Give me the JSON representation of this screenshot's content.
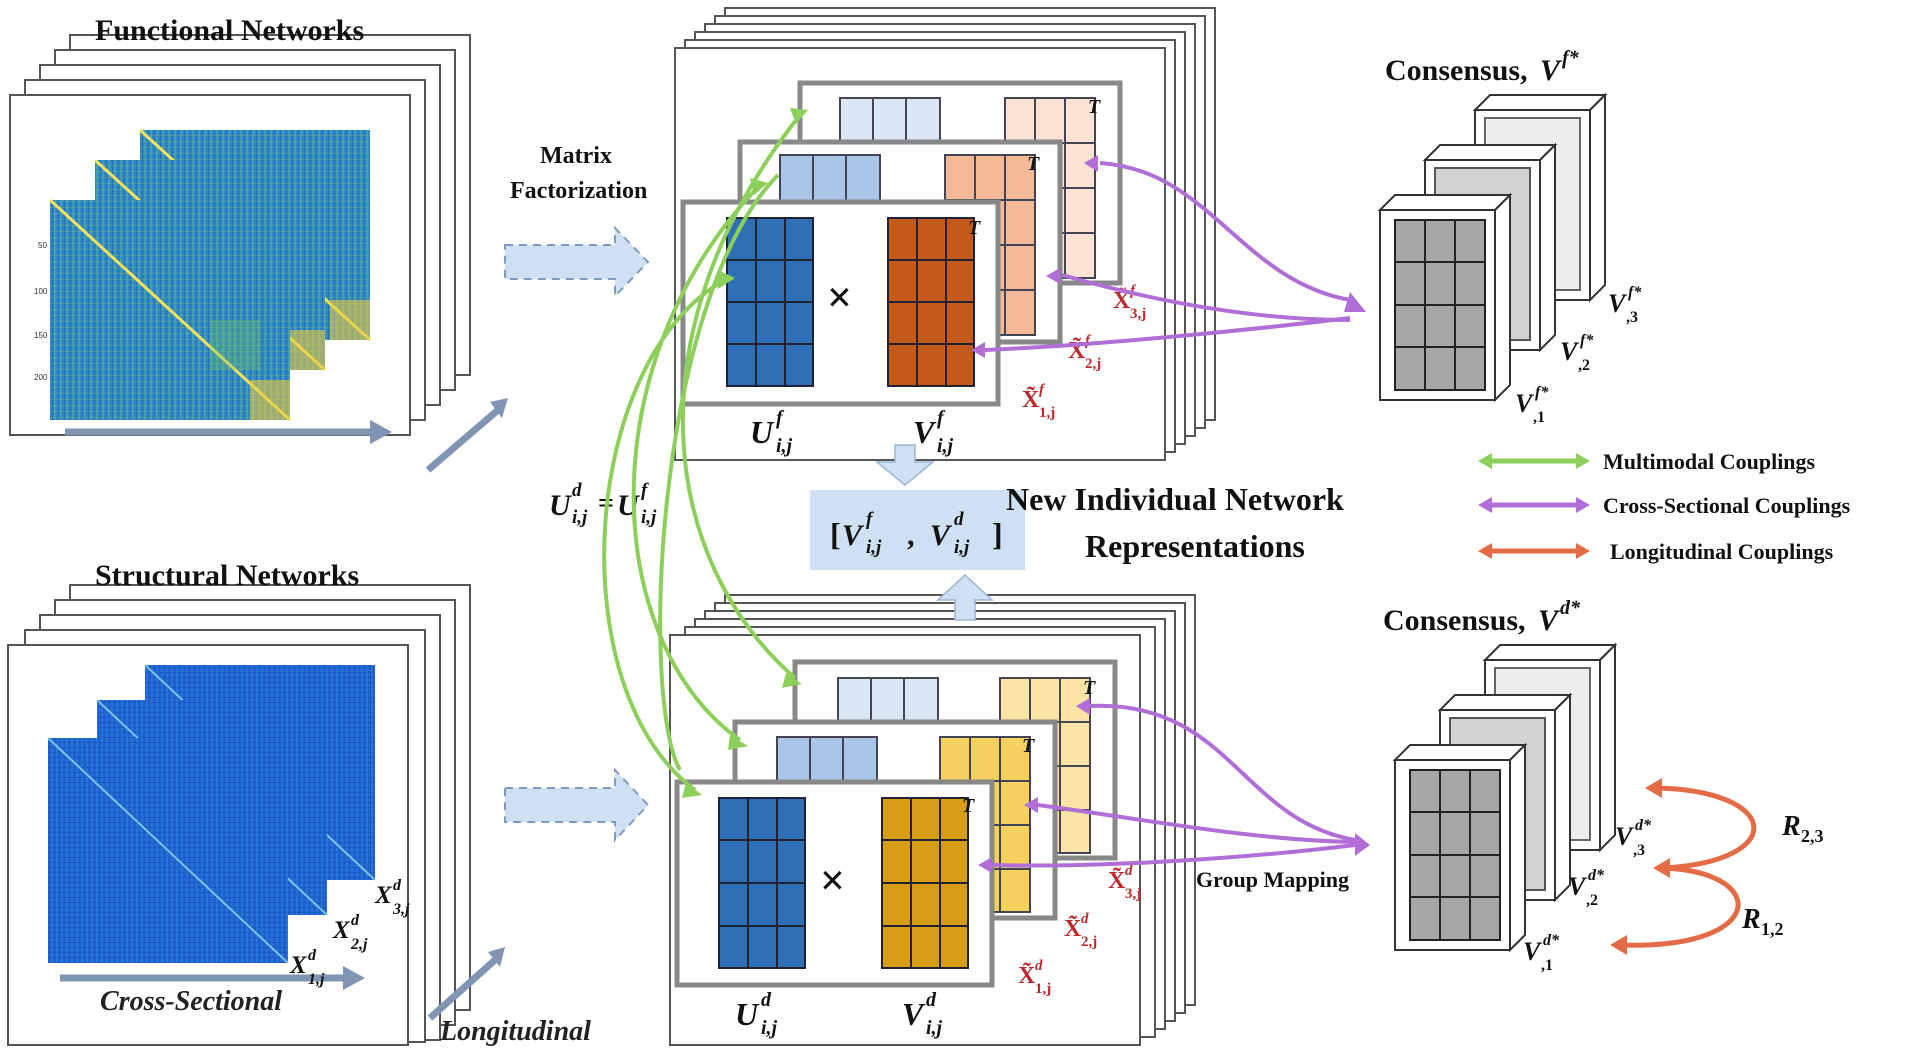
{
  "sections": {
    "functional": {
      "title": "Functional Networks"
    },
    "structural": {
      "title": "Structural Networks"
    }
  },
  "steps": {
    "factorization_line1": "Matrix",
    "factorization_line2": "Factorization"
  },
  "axes": {
    "cross_sectional": "Cross-Sectional",
    "longitudinal": "Longitudinal"
  },
  "symbols": {
    "times": "×",
    "transpose": "T",
    "equality": "U^d_{i,j} = U^f_{i,j}",
    "concat": "[V^f_{i,j} , V^d_{i,j}]"
  },
  "center_title": {
    "line1": "New Individual  Network",
    "line2": "Representations"
  },
  "consensus": {
    "functional": "Consensus, V^{f*}",
    "structural": "Consensus, V^{d*}"
  },
  "group_mapping": "Group Mapping",
  "legend": [
    {
      "label": "Multimodal Couplings",
      "color": "#8ccf5a"
    },
    {
      "label": "Cross-Sectional Couplings",
      "color": "#b16ed6"
    },
    {
      "label": "Longitudinal Couplings",
      "color": "#e36b45"
    }
  ],
  "colors": {
    "u_blue": "#2f6fb5",
    "v_orange": "#c45a1a",
    "v_gold": "#d59e15",
    "light_blue": "#a9c6e8",
    "peach": "#f4c2a3",
    "pale_yellow": "#fbe4a6",
    "arrow_fill": "#cfe0f2",
    "consensus_gray": "#a7a7a7",
    "heatmap_bg": "#1d6fc9",
    "label_red": "#c0272d"
  },
  "labels": {
    "x_tilde_f": [
      "X̃^f_{1,j}",
      "X̃^f_{2,j}",
      "X̃^f_{3,j}"
    ],
    "x_tilde_d": [
      "X̃^d_{1,j}",
      "X̃^d_{2,j}",
      "X̃^d_{3,j}"
    ],
    "x_d": [
      "X^d_{1,j}",
      "X^d_{2,j}",
      "X^d_{3,j}"
    ],
    "u_f": "U^f_{i,j}",
    "v_f": "V^f_{i,j}",
    "u_d": "U^d_{i,j}",
    "v_d": "V^d_{i,j}",
    "v_fstar": [
      "V^{f*}_{,1}",
      "V^{f*}_{,2}",
      "V^{f*}_{,3}"
    ],
    "v_dstar": [
      "V^{d*}_{,1}",
      "V^{d*}_{,2}",
      "V^{d*}_{,3}"
    ],
    "r12": "R_{1,2}",
    "r23": "R_{2,3}"
  },
  "heatmap_ticks": [
    "50",
    "100",
    "150",
    "200"
  ]
}
